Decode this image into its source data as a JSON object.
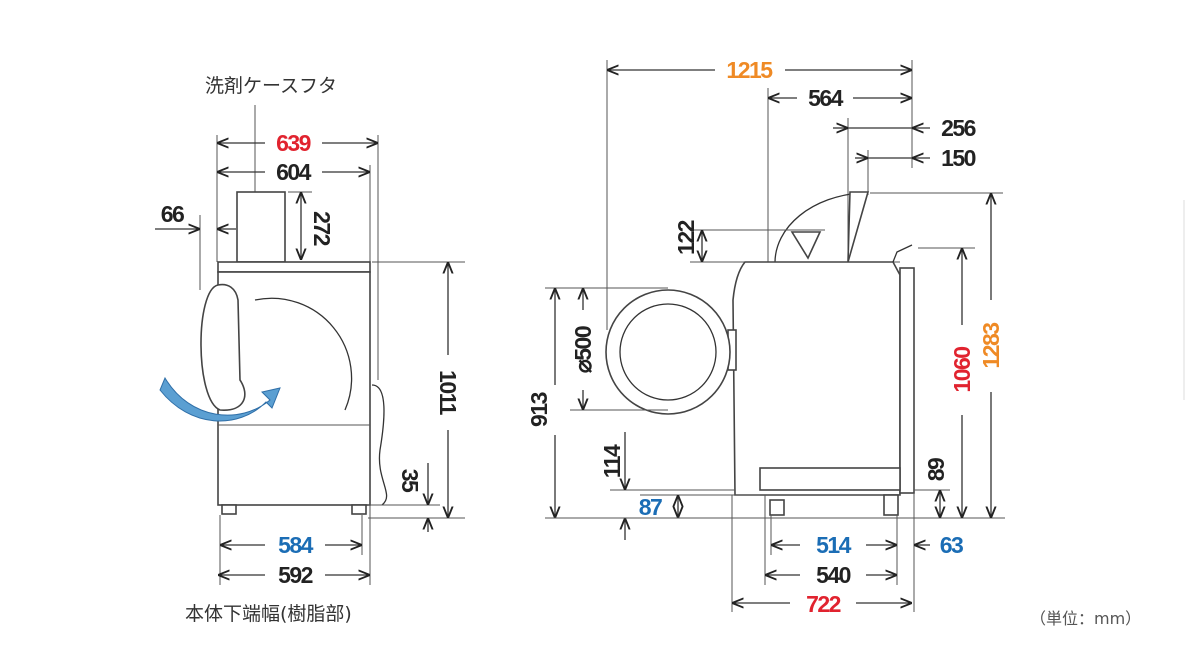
{
  "colors": {
    "red": "#e1232f",
    "orange": "#ef8a25",
    "blue": "#1b6db5",
    "black": "#222222"
  },
  "front_view": {
    "callout_label": "洗剤ケースフタ",
    "dims": {
      "width_max": "639",
      "width": "604",
      "case_height": "272",
      "door_protrusion": "66",
      "height": "1011",
      "base_clearance": "35",
      "base_width_inner": "584",
      "base_width": "592"
    },
    "bottom_label": "本体下端幅(樹脂部)"
  },
  "side_view": {
    "dims": {
      "depth_lid_open": "1215",
      "lid_depth": "564",
      "lid_offset_256": "256",
      "lid_offset_150": "150",
      "dial_height": "122",
      "door_center_height": "913",
      "door_diameter": "⌀500",
      "floor_to_door": "114",
      "foot_height": "87",
      "height_body": "1060",
      "height_lid_open": "1283",
      "back_foot_height": "89",
      "foot_depth": "514",
      "back_offset": "63",
      "base_depth": "540",
      "depth": "722"
    }
  },
  "unit_label": "（単位：mm）"
}
